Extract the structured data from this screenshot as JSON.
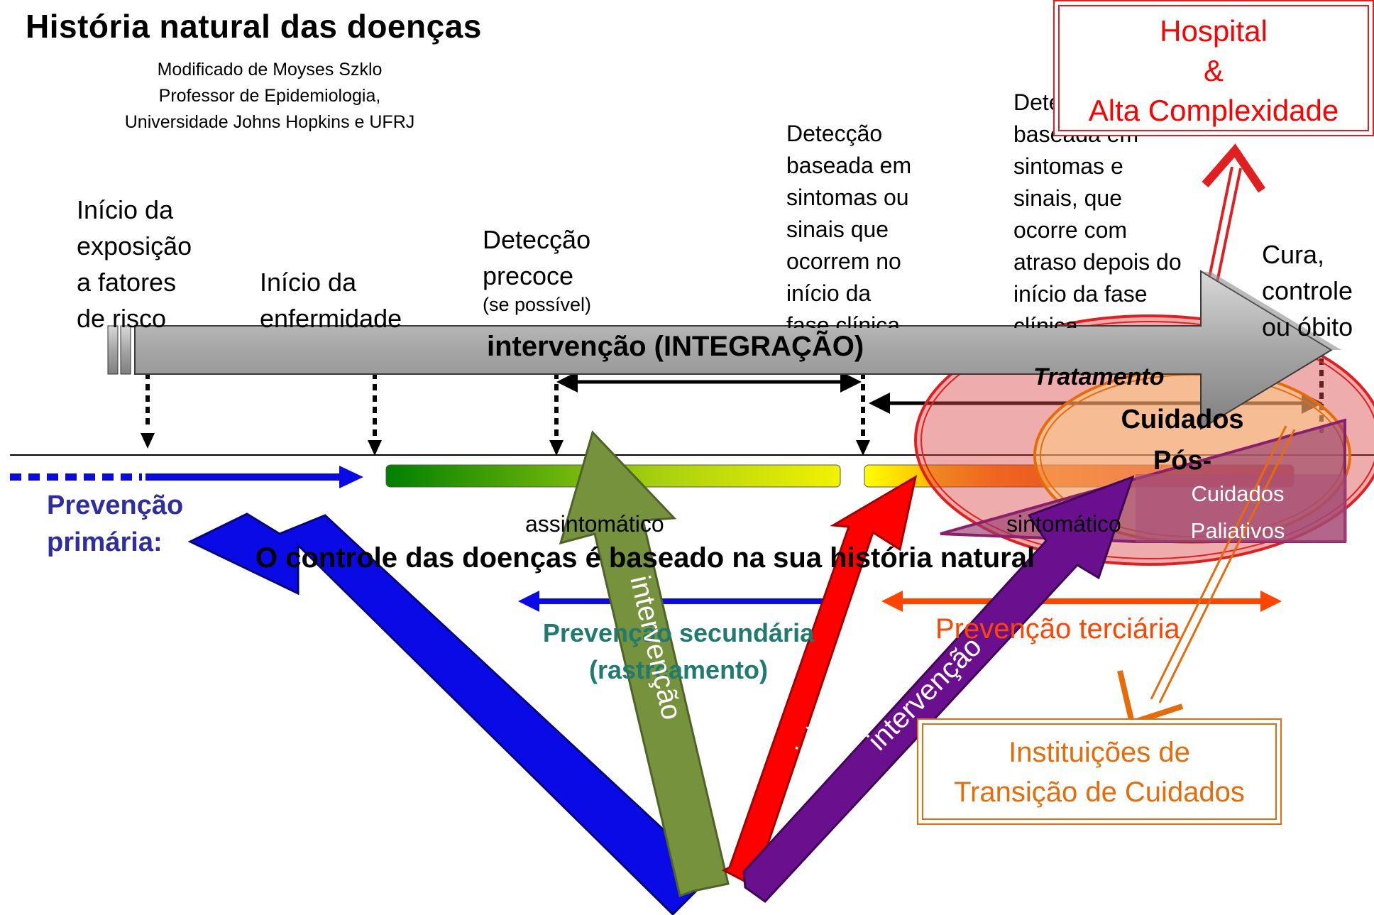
{
  "title": "História natural das doenças",
  "credit": [
    "Modificado de Moyses Szklo",
    "Professor de Epidemiologia,",
    "Universidade Johns Hopkins e UFRJ"
  ],
  "stages": {
    "exposure": "Início da\nexposição\na fatores\nde risco",
    "onset": "Início da\nenfermidade",
    "early_detection": "Detecção\nprecoce",
    "early_detection_note": "(se possível)",
    "symptom_detection": "Detecção\nbaseada em\nsintomas ou\nsinais  que\nocorrem no\ninício da\nfase clínica",
    "late_detection": "Detecção\nbaseada em\nsintomas e\nsinais, que\nocorre com\natraso depois do\ninício da fase\nclínica",
    "outcome": "Cura,\ncontrole\nou óbito"
  },
  "main_arrow_label": "intervenção (INTEGRAÇÃO)",
  "treatment_label": "Tratamento",
  "post_care_label": "Cuidados\nPós-",
  "palliative_label": "Cuidados\nPaliativos",
  "hospital_box": "Hospital\n&\nAlta Complexidade",
  "transition_box": "Instituições de\nTransição de Cuidados",
  "primary_prevention": "Prevenção\nprimária:",
  "asymptomatic_label": "assintomático",
  "symptomatic_label": "sintomático",
  "headline": "O controle das doenças é baseado na sua história natural",
  "secondary_prevention": "Prevenção secundária\n(rastreamento)",
  "tertiary_prevention": "Prevenção terciária",
  "intervention_label": "intervenção",
  "colors": {
    "blue": "#0a0ae6",
    "olive": "#76923c",
    "red": "#ff0000",
    "purple": "#6a0f8e",
    "orange": "#e46c0a",
    "teal": "#1f7a70",
    "navy": "#2e2e9e",
    "gray": "#a8a8a8"
  }
}
